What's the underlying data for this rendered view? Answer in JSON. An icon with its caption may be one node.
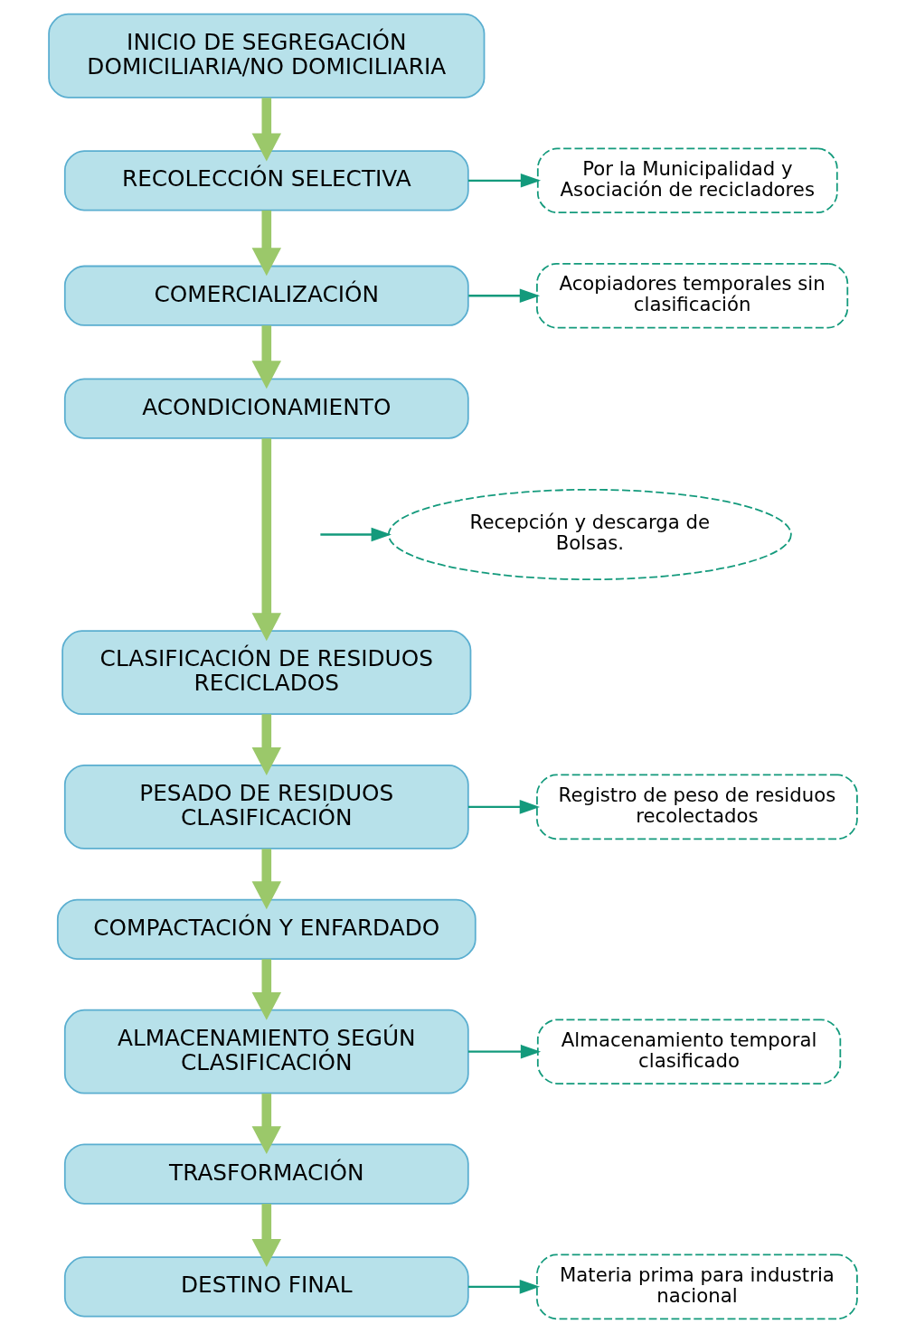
{
  "diagram": {
    "nodes": [
      {
        "text": [
          "INICIO DE SEGREGACIÓN DOMICILIARIA/NO DOMICILIARIA"
        ]
      },
      {
        "text": [
          "RECOLECCIÓN SELECTIVA"
        ]
      },
      {
        "text": [
          "Por la Municipalidad y Asociación de recicladores"
        ]
      },
      {
        "text": [
          "COMERCIALIZACIÓN"
        ]
      },
      {
        "text": [
          "Acopiadores temporales sin clasificación"
        ]
      },
      {
        "text": [
          "ACONDICIONAMIENTO"
        ]
      },
      {
        "text": [
          "Recepción y descarga de Bolsas."
        ]
      },
      {
        "text": [
          "CLASIFICACIÓN DE RESIDUOS RECICLADOS"
        ]
      },
      {
        "text": [
          "PESADO DE RESIDUOS CLASIFICACIÓN"
        ]
      },
      {
        "text": [
          "Registro de peso de residuos recolectados"
        ]
      },
      {
        "text": [
          "COMPACTACIÓN Y ENFARDADO"
        ]
      },
      {
        "text": [
          "ALMACENAMIENTO SEGÚN CLASIFICACIÓN"
        ]
      },
      {
        "text": [
          "Almacenamiento temporal clasificado"
        ]
      },
      {
        "text": [
          "TRASFORMACIÓN"
        ]
      },
      {
        "text": [
          "DESTINO FINAL"
        ]
      },
      {
        "text": [
          "Materia prima para industria nacional"
        ]
      }
    ],
    "edges": [
      {
        "from": 0,
        "to": 1,
        "arrow": "to"
      },
      {
        "from": 1,
        "to": 2,
        "arrow": "to",
        "color": "#139a7c"
      },
      {
        "from": 1,
        "to": 3,
        "arrow": "to"
      },
      {
        "from": 3,
        "to": 4,
        "arrow": "to",
        "color": "#139a7c"
      },
      {
        "from": 3,
        "to": 5,
        "arrow": "to"
      },
      {
        "from": 5,
        "to": 7,
        "arrow": "to"
      },
      {
        "from": null,
        "to": 6,
        "arrow": "to",
        "color": "#139a7c"
      },
      {
        "from": 7,
        "to": 8,
        "arrow": "to"
      },
      {
        "from": 8,
        "to": 9,
        "arrow": "to",
        "color": "#139a7c"
      },
      {
        "from": 8,
        "to": 10,
        "arrow": "to"
      },
      {
        "from": 10,
        "to": 11,
        "arrow": "to"
      },
      {
        "from": 11,
        "to": 12,
        "arrow": "to",
        "color": "#139a7c"
      },
      {
        "from": 11,
        "to": 13,
        "arrow": "to"
      },
      {
        "from": 13,
        "to": 14,
        "arrow": "to"
      },
      {
        "from": 14,
        "to": 15,
        "arrow": "to",
        "color": "#139a7c"
      }
    ]
  }
}
